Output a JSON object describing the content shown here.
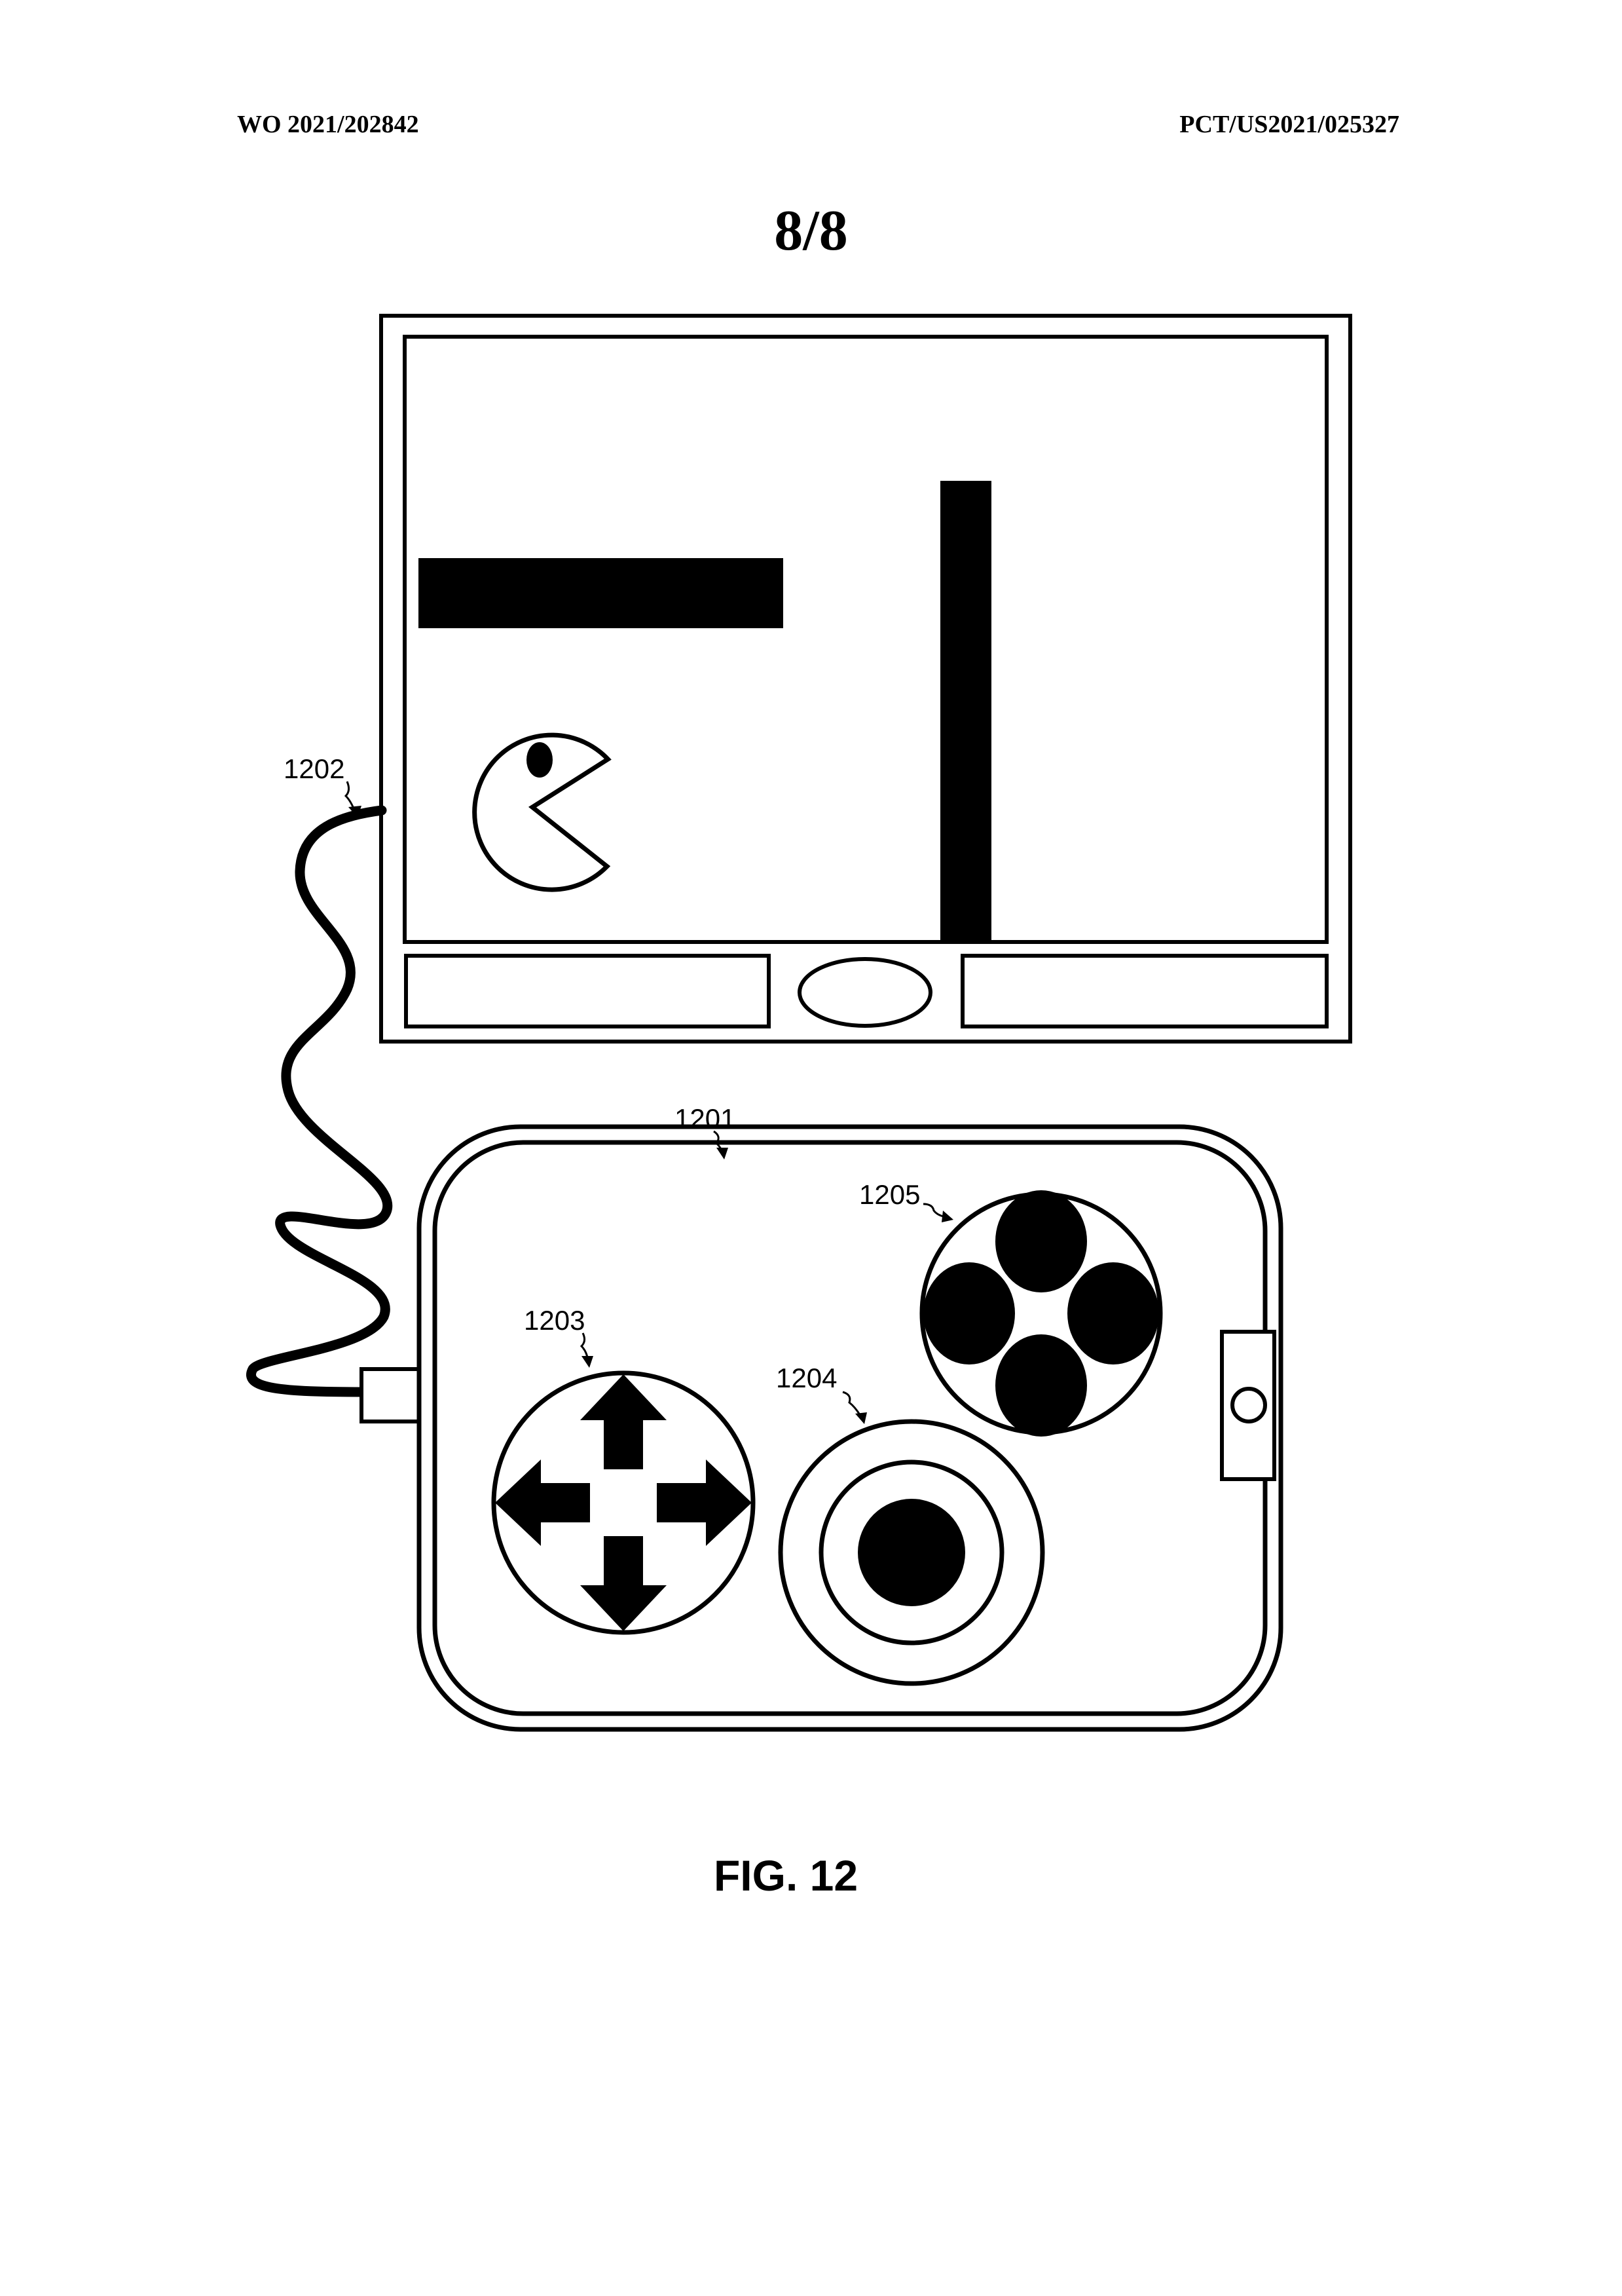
{
  "header": {
    "publication_number": "WO 2021/202842",
    "application_number": "PCT/US2021/025327"
  },
  "sheet": {
    "page_number": "8/8"
  },
  "figure": {
    "caption": "FIG. 12",
    "reference_labels": {
      "controller": "1201",
      "cable": "1202",
      "directional_pad": "1203",
      "joystick": "1204",
      "action_buttons": "1205"
    }
  }
}
